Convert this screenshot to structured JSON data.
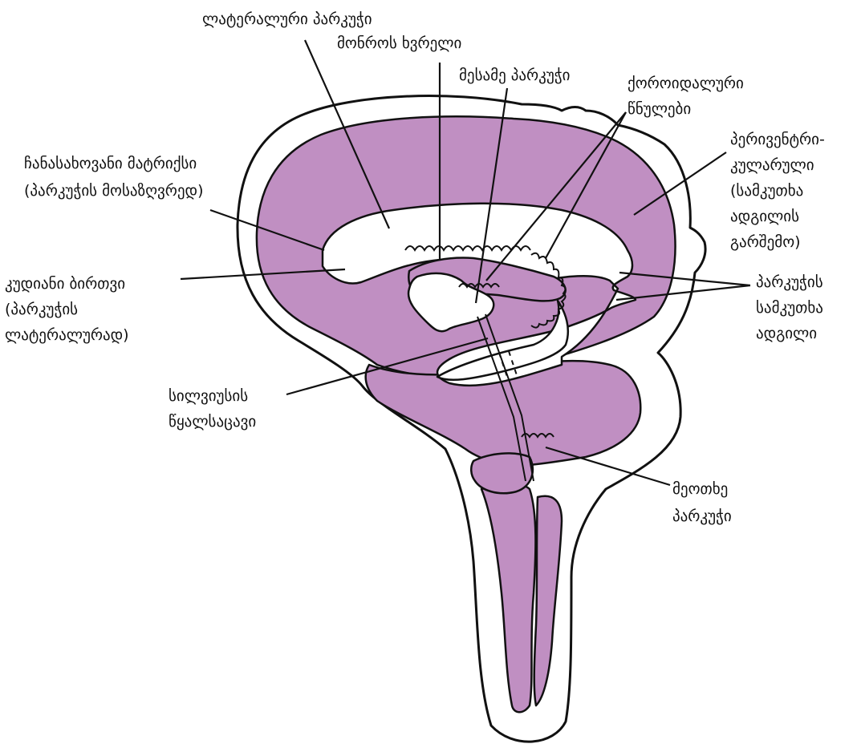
{
  "colors": {
    "tissue": "#c08fc2",
    "outline": "#111111",
    "background": "#ffffff"
  },
  "labels": {
    "lateral_ventricle": [
      "ლატერალური პარკუჭი"
    ],
    "interventricular_foramen": [
      "მონროს ხვრელი"
    ],
    "third_ventricle": [
      "მესამე პარკუჭი"
    ],
    "choroid_plexus": [
      "ქოროიდალური",
      "წნულები"
    ],
    "germinal_matrix": [
      "ჩანასახოვანი მატრიქსი",
      "(პარკუჭის მოსაზღვრედ)"
    ],
    "periventricular": [
      "პერივენტრი-",
      "კულარული",
      "(სამკუთხა",
      "ადგილის",
      "გარშემო)"
    ],
    "caudate_nucleus": [
      "კუდიანი ბირთვი",
      "(პარკუჭის",
      "ლატერალურად)"
    ],
    "trigone": [
      "პარკუჭის",
      "სამკუთხა",
      "ადგილი"
    ],
    "sylvian_aqueduct": [
      "სილვიუსის",
      "წყალსაცავი"
    ],
    "fourth_ventricle": [
      "მეოთხე",
      "პარკუჭი"
    ]
  }
}
